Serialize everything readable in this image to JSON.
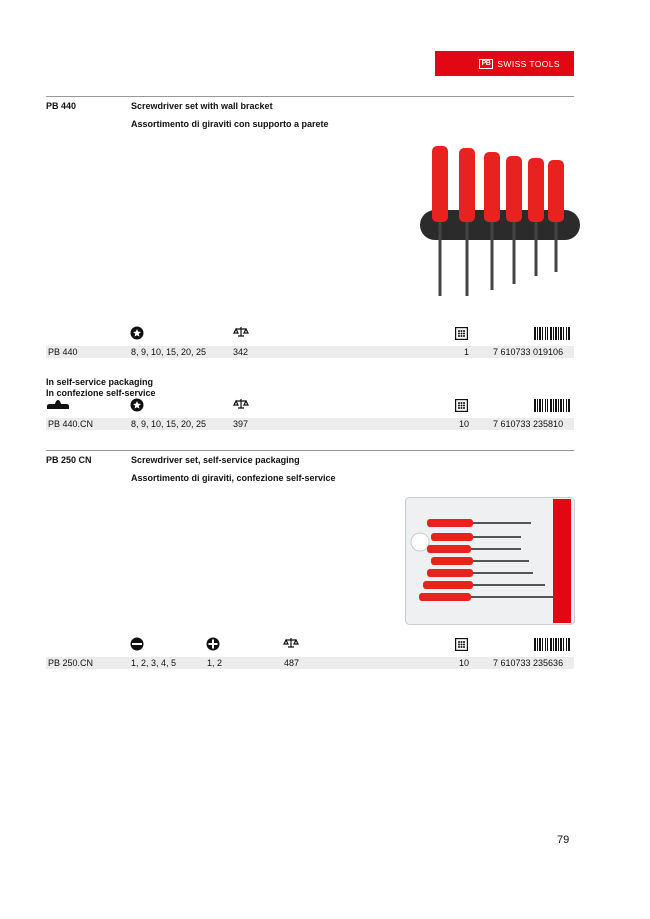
{
  "brand": {
    "pb": "PB",
    "name": "SWISS TOOLS"
  },
  "products": [
    {
      "code": "PB 440",
      "title_en": "Screwdriver set with wall bracket",
      "title_it": "Assortimento di giraviti con supporto a parete",
      "rows": [
        {
          "code": "PB 440",
          "torx": "8, 9, 10, 15, 20, 25",
          "weight": "342",
          "qty": "1",
          "ean": "7 610733 019106"
        }
      ],
      "selfservice_en": "In self-service packaging",
      "selfservice_it": "In confezione self-service",
      "ss_rows": [
        {
          "code": "PB 440.CN",
          "torx": "8, 9, 10, 15, 20, 25",
          "weight": "397",
          "qty": "10",
          "ean": "7 610733 235810"
        }
      ]
    },
    {
      "code": "PB 250 CN",
      "title_en": "Screwdriver set, self-service packaging",
      "title_it": "Assortimento di giraviti, confezione self-service",
      "rows": [
        {
          "code": "PB 250.CN",
          "slot": "1, 2, 3, 4, 5",
          "phillips": "1, 2",
          "weight": "487",
          "qty": "10",
          "ean": "7 610733 235636"
        }
      ]
    }
  ],
  "page_number": "79",
  "icons": [
    "torx-icon",
    "weight-scale-icon",
    "packaging-qty-icon",
    "barcode-icon",
    "self-service-hanger-icon",
    "slotted-icon",
    "phillips-icon"
  ],
  "colors": {
    "brand_red": "#e30613",
    "handle_red": "#e8231f"
  }
}
